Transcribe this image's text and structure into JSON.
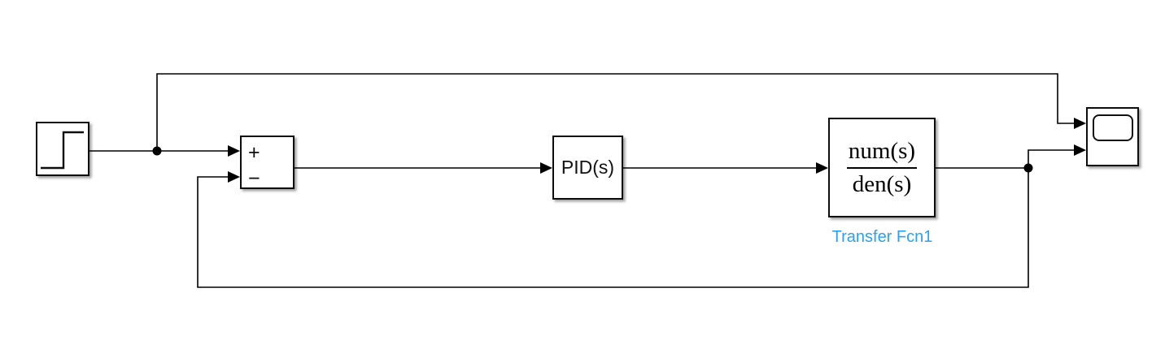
{
  "diagram": {
    "background_color": "#ffffff",
    "wire_color": "#000000",
    "block_fill": "#ffffff",
    "block_border_color": "#0d0d0d",
    "label_accent_color": "#2AA1F1",
    "blocks": {
      "step": {
        "icon": "step-signal"
      },
      "sum": {
        "plus_sign": "+",
        "minus_sign": "−"
      },
      "pid": {
        "label": "PID(s)"
      },
      "transfer_fcn": {
        "numerator": "num(s)",
        "denominator": "den(s)",
        "name_label": "Transfer Fcn1"
      },
      "scope": {
        "icon": "scope-screen"
      }
    },
    "connections": [
      {
        "from": "step",
        "to": "sum",
        "port": "+"
      },
      {
        "from": "step",
        "to": "scope",
        "port": "in1",
        "via": "branch-top"
      },
      {
        "from": "sum",
        "to": "pid"
      },
      {
        "from": "pid",
        "to": "transfer_fcn"
      },
      {
        "from": "transfer_fcn",
        "to": "scope",
        "port": "in2"
      },
      {
        "from": "transfer_fcn",
        "to": "sum",
        "port": "−",
        "via": "feedback-bottom"
      }
    ]
  }
}
